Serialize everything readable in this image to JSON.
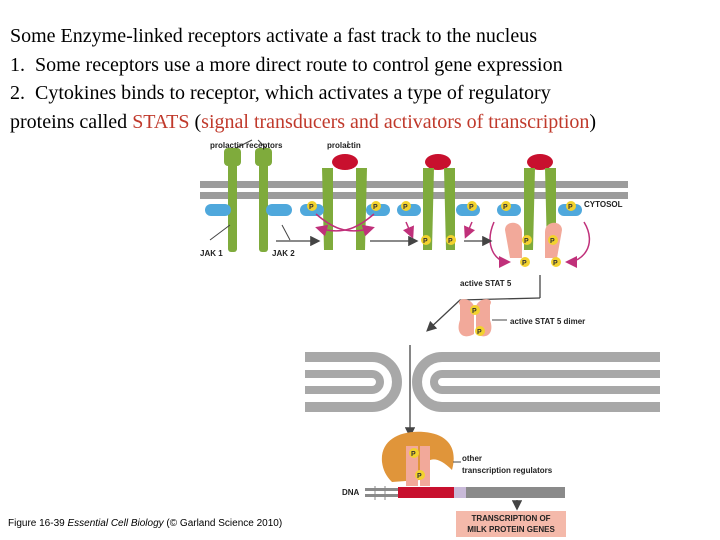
{
  "slide": {
    "title": "Some Enzyme-linked receptors activate a fast track to the nucleus",
    "point1_num": "1.",
    "point1": "Some receptors use a more direct route to control gene expression",
    "point2_num": "2.",
    "point2": "Cytokines binds to receptor, which activates a type of regulatory",
    "point2_cont_prefix": "proteins called ",
    "stats_term": "STATS",
    "paren_open": " (",
    "stats_expansion": "signal transducers and activators of transcription",
    "paren_close": ")"
  },
  "diagram": {
    "labels": {
      "prolactin_receptors": "prolactin receptors",
      "prolactin": "prolactin",
      "cytosol": "CYTOSOL",
      "jak1": "JAK 1",
      "jak2": "JAK 2",
      "active_stat5": "active STAT 5",
      "active_stat5_dimer": "active STAT 5 dimer",
      "other_regulators_1": "other",
      "other_regulators_2": "transcription regulators",
      "dna": "DNA",
      "transcription_1": "TRANSCRIPTION OF",
      "transcription_2": "MILK PROTEIN GENES",
      "phosphate": "P"
    },
    "colors": {
      "receptor": "#7fab3c",
      "membrane": "#9c9c9c",
      "jak": "#4fa8dc",
      "prolactin": "#c8102e",
      "stat": "#f2a99a",
      "phosphate": "#f2d22e",
      "regulator": "#e0953a",
      "arrow_pink": "#c0307a",
      "transcription_box": "#f4b9aa"
    }
  },
  "caption": {
    "figure": "Figure 16-39 ",
    "book": "Essential Cell Biology",
    "publisher": " (© Garland Science 2010)"
  }
}
